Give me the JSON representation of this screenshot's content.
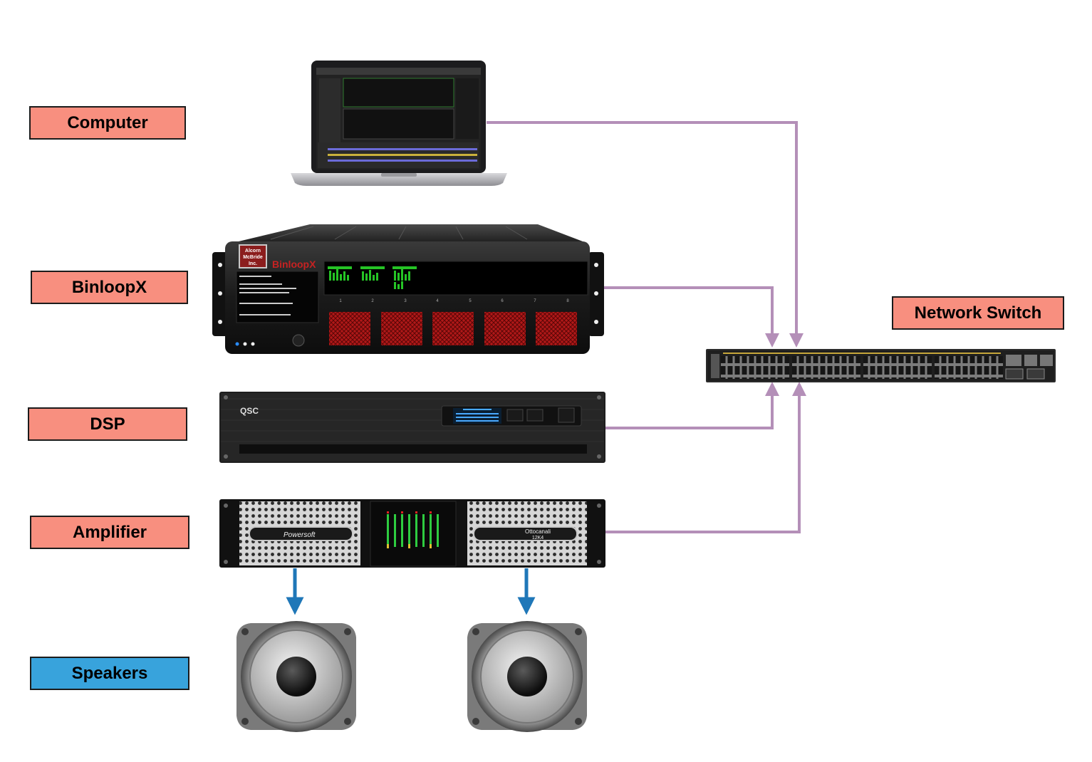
{
  "labels": {
    "computer": "Computer",
    "binloopx": "BinloopX",
    "dsp": "DSP",
    "amplifier": "Amplifier",
    "speakers": "Speakers",
    "network_switch": "Network Switch"
  },
  "device_text": {
    "binloop_brand": "BinloopX",
    "binloop_maker": [
      "Alcorn",
      "McBride",
      "Inc."
    ],
    "binloop_channels": [
      "1",
      "2",
      "3",
      "4",
      "5",
      "6",
      "7",
      "8"
    ],
    "dsp_brand": "QSC",
    "amp_brand": "Powersoft",
    "amp_model": [
      "Ottocanali",
      "12K4"
    ]
  },
  "colors": {
    "device_label_bg": "#f88f7f",
    "speaker_label_bg": "#38a3dc",
    "network_link": "#b48fb8",
    "audio_link": "#1f77b8"
  },
  "connections": [
    {
      "from": "computer",
      "to": "network_switch",
      "type": "network"
    },
    {
      "from": "binloopx",
      "to": "network_switch",
      "type": "network"
    },
    {
      "from": "dsp",
      "to": "network_switch",
      "type": "network"
    },
    {
      "from": "amplifier",
      "to": "network_switch",
      "type": "network"
    },
    {
      "from": "amplifier",
      "to": "speaker_left",
      "type": "audio"
    },
    {
      "from": "amplifier",
      "to": "speaker_right",
      "type": "audio"
    }
  ]
}
